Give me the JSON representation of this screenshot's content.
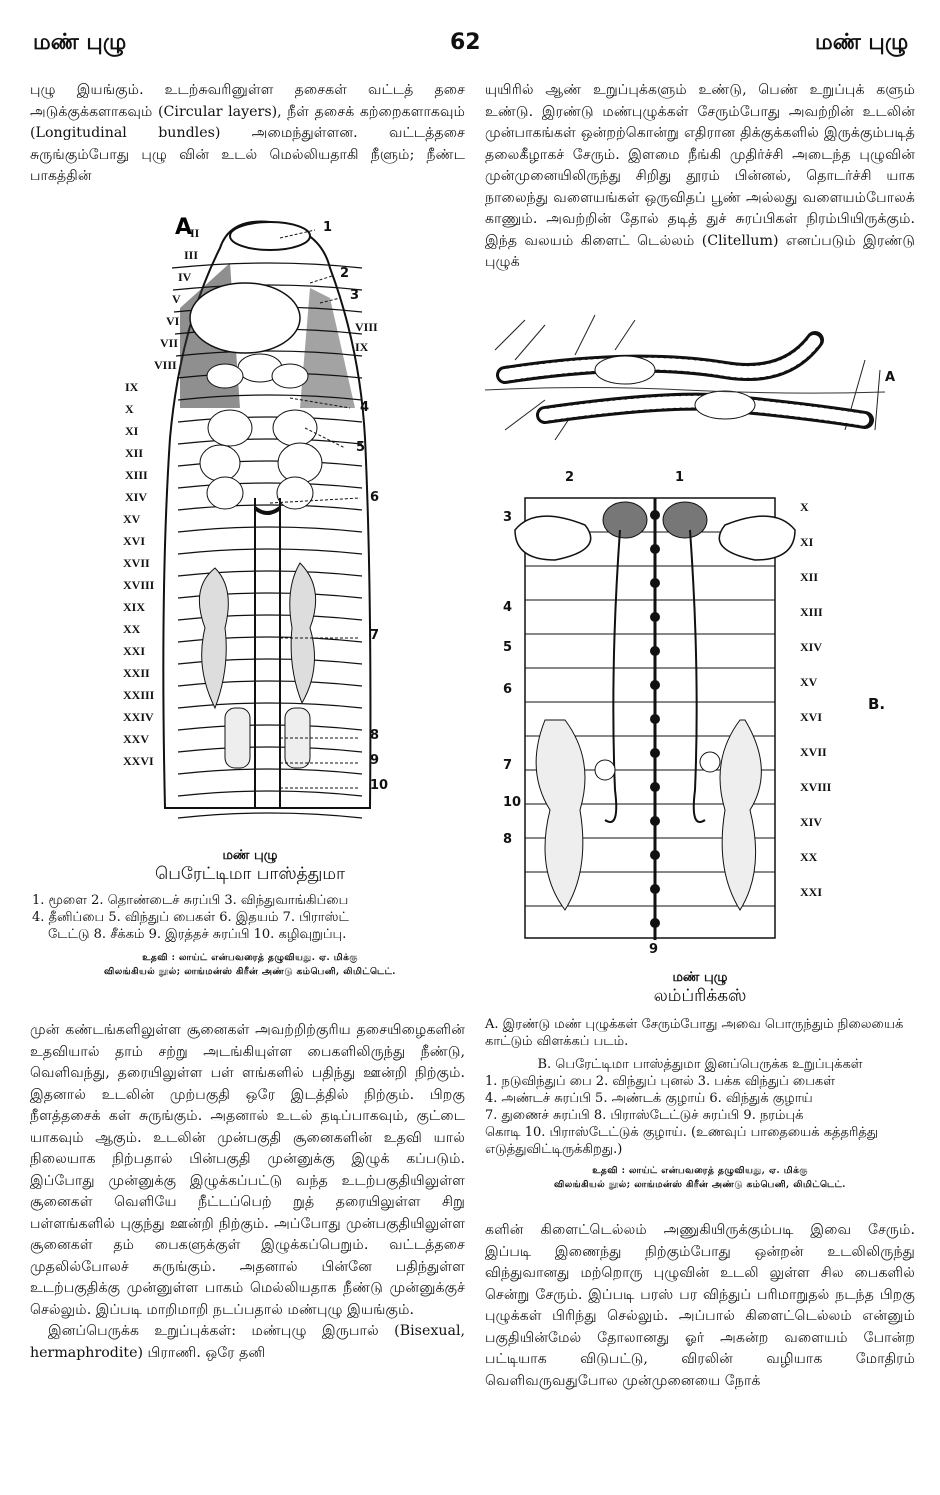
{
  "header": {
    "left": "மண் புழு",
    "center": "62",
    "right": "மண் புழு"
  },
  "left_top_text": "புழு இயங்கும். உடற்சுவரினுள்ள தசைகள் வட்டத் தசை அடுக்குக்களாகவும் (Circular layers), நீள் தசைக் கற்றைகளாகவும் (Longitudinal bundles) அமைந்துள்ளன. வட்டத்தசை சுருங்கும்போது புழு வின் உடல் மெல்லியதாகி நீளும்; நீண்ட பாகத்தின்",
  "figA": {
    "letter": "A",
    "romans": [
      "II",
      "III",
      "IV",
      "V",
      "VI",
      "VII",
      "VIII",
      "IX",
      "X",
      "XI",
      "XII",
      "XIII",
      "XIV",
      "XV",
      "XVI",
      "XVII",
      "XVIII",
      "XIX",
      "XX",
      "XXI",
      "XXII",
      "XXIII",
      "XXIV",
      "XXV",
      "XXVI"
    ],
    "right_romans": [
      "VIII",
      "IX"
    ],
    "numbers": [
      "1",
      "2",
      "3",
      "4",
      "5",
      "6",
      "7",
      "8",
      "9",
      "10"
    ],
    "caption_title": "மண் புழு",
    "caption_sub": "பெரேட்டிமா பாஸ்த்துமா",
    "legend_line1": "1. மூளை  2. தொண்டைச் சுரப்பி  3. விந்துவாங்கிப்பை",
    "legend_line2": "4. தீனிப்பை  5. விந்துப் பைகள்  6. இதயம்  7. பிராஸ்ட்",
    "legend_line3": "டேட்டு  8. சீக்கம்  9. இரத்தச் சுரப்பி  10. கழிவுறுப்பு.",
    "credit1": "உதவி : லாய்ட் என்பவரைத் தழுவியது. ஏ. மிக்கு",
    "credit2": "விலங்கியல் நூல்; லாங்மன்ஸ் கிரீன் அண்டு கம்பெனி, லிமிட்டெட்."
  },
  "left_bottom_text": "முன் கண்டங்களிலுள்ள சூனைகள் அவற்றிற்குரிய தசையிழைகளின் உதவியால் தாம் சற்று அடங்கியுள்ள பைகளிலிருந்து நீண்டு, வெளிவந்து, தரையிலுள்ள பள் ளங்களில் பதிந்து ஊன்றி நிற்கும். இதனால் உடலின் முற்பகுதி ஒரே இடத்தில் நிற்கும். பிறகு நீளத்தசைக் கள் சுருங்கும். அதனால் உடல் தடிப்பாகவும், குட்டை யாகவும் ஆகும். உடலின் முன்பகுதி சூனைகளின் உதவி யால் நிலையாக நிற்பதால் பின்பகுதி முன்னுக்கு இழுக் கப்படும். இப்போது முன்னுக்கு இழுக்கப்பட்டு வந்த உடற்பகுதியிலுள்ள சூனைகள் வெளியே நீட்டப்பெற் றுத் தரையிலுள்ள சிறு பள்ளங்களில் புகுந்து ஊன்றி நிற்கும். அப்போது முன்பகுதியிலுள்ள சூனைகள் தம் பைகளுக்குள் இழுக்கப்பெறும். வட்டத்தசை முதலில்போலச் சுருங்கும். அதனால் பின்னே பதிந்துள்ள உடற்பகுதிக்கு முன்னுள்ள பாகம் மெல்லியதாக நீண்டு முன்னுக்குச் செல்லும். இப்படி மாறிமாறி நடப்பதால் மண்புழு இயங்கும்.",
  "left_para2": "இனப்பெருக்க உறுப்புக்கள்: மண்புழு இருபால் (Bisexual, hermaphrodite) பிராணி. ஒரே தனி",
  "right_top_text": "யுயிரில் ஆண் உறுப்புக்களும் உண்டு, பெண் உறுப்புக் களும் உண்டு. இரண்டு மண்புழுக்கள் சேரும்போது அவற்றின் உடலின் முன்பாகங்கள் ஒன்றற்கொன்று எதிரான திக்குக்களில் இருக்கும்படித் தலைகீழாகச் சேரும். இளமை நீங்கி முதிர்ச்சி அடைந்த புழுவின் முன்முனையிலிருந்து சிறிது தூரம் பின்னல், தொடர்ச்சி யாக நாலைந்து வளையங்கள் ஒருவிதப் பூண் அல்லது வளையம்போலக் காணும். அவற்றின் தோல் தடித் துச் சுரப்பிகள் நிரம்பியிருக்கும். இந்த வலயம் கிளைட் டெல்லம் (Clitellum) எனப்படும் இரண்டு புழுக்",
  "figRA": {
    "letter": "A"
  },
  "figB": {
    "letter": "B.",
    "romans": [
      "X",
      "XI",
      "XII",
      "XIII",
      "XIV",
      "XV",
      "XVI",
      "XVII",
      "XVIII",
      "XIV",
      "XX",
      "XXI"
    ],
    "top_numbers": [
      "2",
      "1"
    ],
    "left_numbers": [
      "3",
      "4",
      "5",
      "6",
      "7",
      "10",
      "8"
    ],
    "bottom_number": "9",
    "caption_title": "மண் புழு",
    "caption_sub": "லம்ப்ரிக்கஸ்",
    "legend_a": "A. இரண்டு மண் புழுக்கள் சேரும்போது அவை பொருந்தும் நிலையைக் காட்டும் விளக்கப் படம்.",
    "legend_b_title": "B. பெரேட்டிமா பாஸ்த்துமா இனப்பெருக்க உறுப்புக்கள்",
    "legend_b1": "1. நடுவிந்துப் பை  2. விந்துப் புனல்  3. பக்க விந்துப் பைகள்",
    "legend_b2": "4. அண்டச் சுரப்பி  5. அண்டக் குழாய்  6. விந்துக் குழாய்",
    "legend_b3": "7. துணைச் சுரப்பி  8. பிராஸ்டேட்டுச் சுரப்பி  9. நரம்புக்",
    "legend_b4": "கொடி  10. பிராஸ்டேட்டுக் குழாய். (உணவுப் பாதையைக் கத்தரித்து எடுத்துவிட்டிருக்கிறது.)",
    "credit1": "உதவி : லாய்ட் என்பவரைத் தழுவியது, ஏ. மிக்கு",
    "credit2": "விலங்கியல் நூல்; லாங்மன்ஸ் கிரீன் அண்டு கம்பெனி, லிமிட்டெட்."
  },
  "right_bottom_text": "களின் கிளைட்டெல்லம் அணுகியிருக்கும்படி இவை சேரும். இப்படி இணைந்து நிற்கும்போது ஒன்றன் உடலிலிருந்து விந்துவானது மற்றொரு புழுவின் உடலி லுள்ள சில பைகளில் சென்று சேரும். இப்படி பரஸ் பர விந்துப் பரிமாறுதல் நடந்த பிறகு புழுக்கள் பிரிந்து செல்லும். அப்பால் கிளைட்டெல்லம் என்னும் பகுதியின்மேல் தோலானது ஓர் அகன்ற வளையம் போன்ற பட்டியாக விடுபட்டு, விரலின் வழியாக மோதிரம் வெளிவருவதுபோல முன்முனையை நோக்"
}
